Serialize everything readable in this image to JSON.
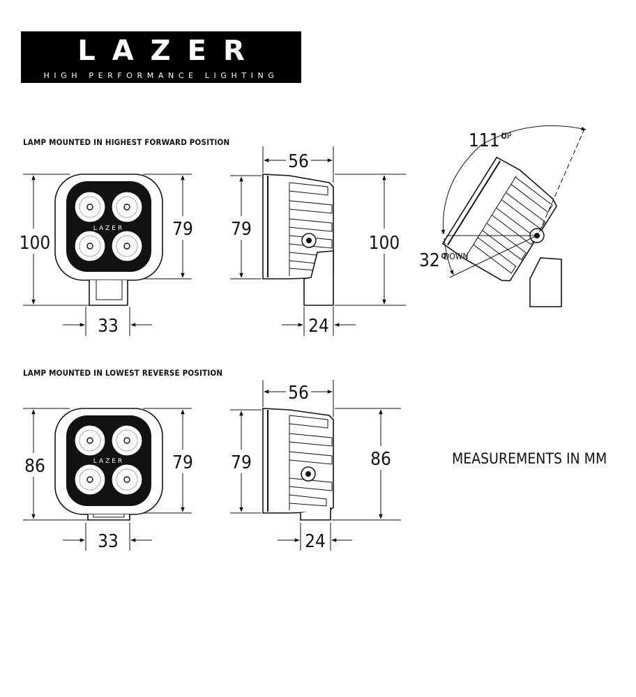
{
  "logo": {
    "wordmark": "LAZER",
    "tagline": "HIGH PERFORMANCE LIGHTING"
  },
  "sections": [
    {
      "title": "LAMP MOUNTED IN HIGHEST FORWARD POSITION",
      "front_view": {
        "height": "100",
        "lens_height": "79",
        "bracket_width": "33",
        "lens_badge": "LAZER"
      },
      "side_view": {
        "depth": "56",
        "lens_height": "79",
        "height": "100",
        "bracket_width": "24"
      }
    },
    {
      "title": "LAMP MOUNTED IN LOWEST REVERSE POSITION",
      "front_view": {
        "height": "86",
        "lens_height": "79",
        "bracket_width": "33",
        "lens_badge": "LAZER"
      },
      "side_view": {
        "depth": "56",
        "lens_height": "79",
        "height": "86",
        "bracket_width": "24"
      }
    }
  ],
  "tilt_view": {
    "up_angle": "111°",
    "up_label": "UP",
    "down_angle": "32°",
    "down_label": "DOWN"
  },
  "note": "MEASUREMENTS IN MM"
}
